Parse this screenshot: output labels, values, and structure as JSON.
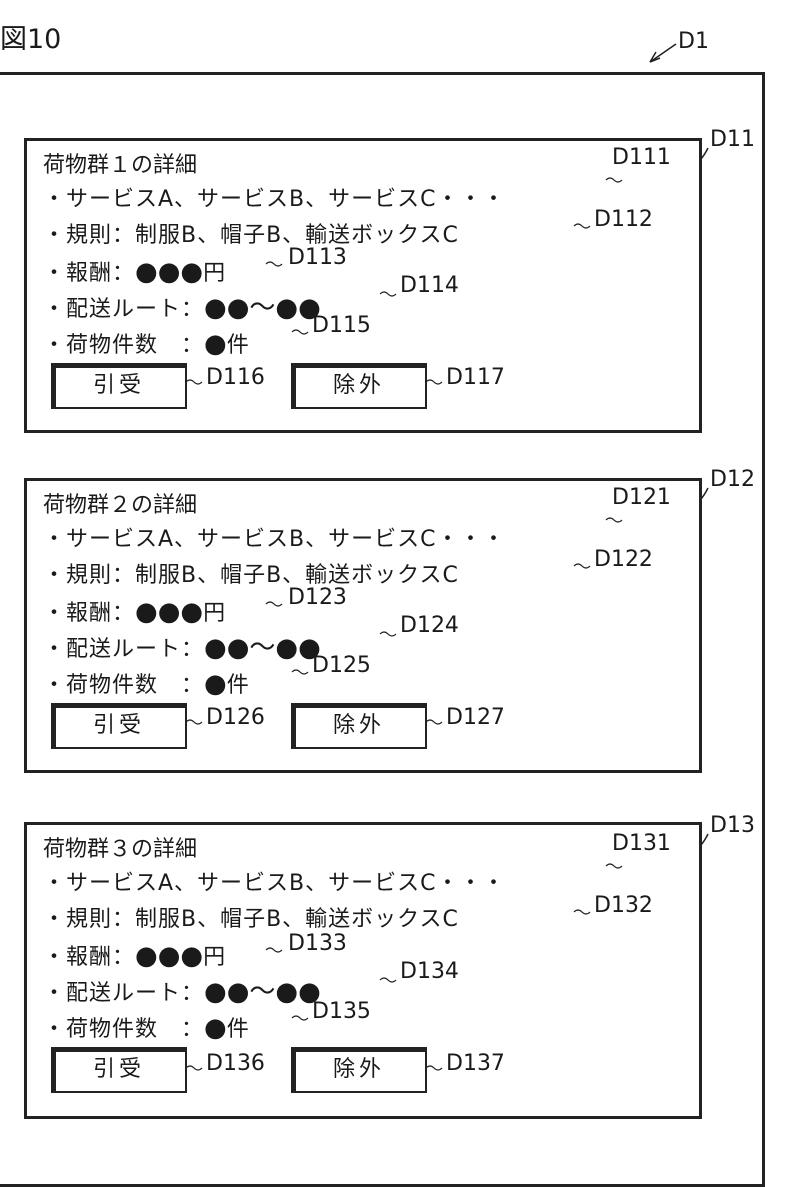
{
  "figure_label": "図10",
  "screen_ref": "D1",
  "cards": [
    {
      "ref": "D11",
      "title": "荷物群１の詳細",
      "title_ref": "D111",
      "services": "・サービスA、サービスB、サービスC・・・",
      "rules": "・規則：制服B、帽子B、輸送ボックスC",
      "rules_ref": "D112",
      "reward_label": "・報酬：",
      "reward_value": "●●●",
      "reward_unit": "円",
      "reward_ref": "D113",
      "route_label": "・配送ルート：",
      "route_value": "●●〜●●",
      "route_ref": "D114",
      "count_label": "・荷物件数　：",
      "count_value": "●",
      "count_unit": "件",
      "count_ref": "D115",
      "accept_label": "引受",
      "accept_ref": "D116",
      "exclude_label": "除外",
      "exclude_ref": "D117"
    },
    {
      "ref": "D12",
      "title": "荷物群２の詳細",
      "title_ref": "D121",
      "services": "・サービスA、サービスB、サービスC・・・",
      "rules": "・規則：制服B、帽子B、輸送ボックスC",
      "rules_ref": "D122",
      "reward_label": "・報酬：",
      "reward_value": "●●●",
      "reward_unit": "円",
      "reward_ref": "D123",
      "route_label": "・配送ルート：",
      "route_value": "●●〜●●",
      "route_ref": "D124",
      "count_label": "・荷物件数　：",
      "count_value": "●",
      "count_unit": "件",
      "count_ref": "D125",
      "accept_label": "引受",
      "accept_ref": "D126",
      "exclude_label": "除外",
      "exclude_ref": "D127"
    },
    {
      "ref": "D13",
      "title": "荷物群３の詳細",
      "title_ref": "D131",
      "services": "・サービスA、サービスB、サービスC・・・",
      "rules": "・規則：制服B、帽子B、輸送ボックスC",
      "rules_ref": "D132",
      "reward_label": "・報酬：",
      "reward_value": "●●●",
      "reward_unit": "円",
      "reward_ref": "D133",
      "route_label": "・配送ルート：",
      "route_value": "●●〜●●",
      "route_ref": "D134",
      "count_label": "・荷物件数　：",
      "count_value": "●",
      "count_unit": "件",
      "count_ref": "D135",
      "accept_label": "引受",
      "accept_ref": "D136",
      "exclude_label": "除外",
      "exclude_ref": "D137"
    }
  ]
}
